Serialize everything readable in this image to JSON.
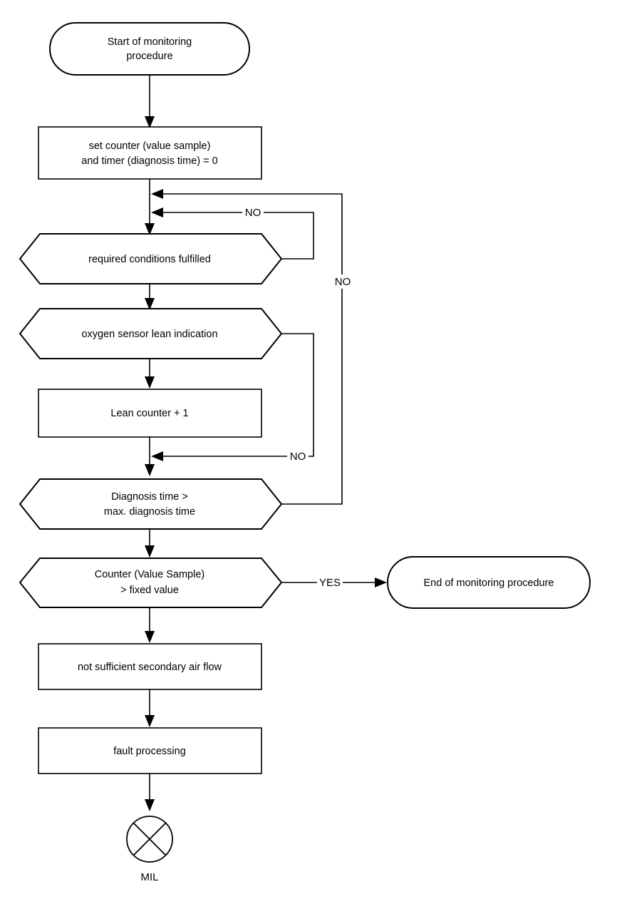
{
  "diagram": {
    "title": "Secondary air system monitoring procedure flowchart",
    "background_color": "#ffffff",
    "line_color": "#000000",
    "nodes": {
      "start": {
        "type": "terminator",
        "line1": "Start of monitoring",
        "line2": "procedure"
      },
      "set_counter": {
        "type": "process",
        "line1": "set counter (value sample)",
        "line2": "and timer (diagnosis time) = 0"
      },
      "required_conditions": {
        "type": "decision",
        "line1": "required conditions fulfilled"
      },
      "oxygen_sensor": {
        "type": "decision",
        "line1": "oxygen sensor lean indication"
      },
      "lean_counter": {
        "type": "process",
        "line1": "Lean counter + 1"
      },
      "diagnosis_time": {
        "type": "decision",
        "line1": "Diagnosis time >",
        "line2": "max. diagnosis time"
      },
      "counter_value_sample": {
        "type": "decision",
        "line1": "Counter (Value Sample)",
        "line2": "> fixed value"
      },
      "end": {
        "type": "terminator",
        "line1": "End of monitoring procedure"
      },
      "not_sufficient_air": {
        "type": "process",
        "line1": "not sufficient secondary air flow"
      },
      "fault_processing": {
        "type": "process",
        "line1": "fault processing"
      },
      "mil": {
        "type": "indicator",
        "icon": "crossed-circle-icon",
        "caption": "MIL"
      }
    },
    "edge_labels": {
      "required_conditions_no": "NO",
      "diagnosis_time_no": "NO",
      "oxygen_sensor_no": "NO",
      "counter_yes": "YES"
    }
  }
}
